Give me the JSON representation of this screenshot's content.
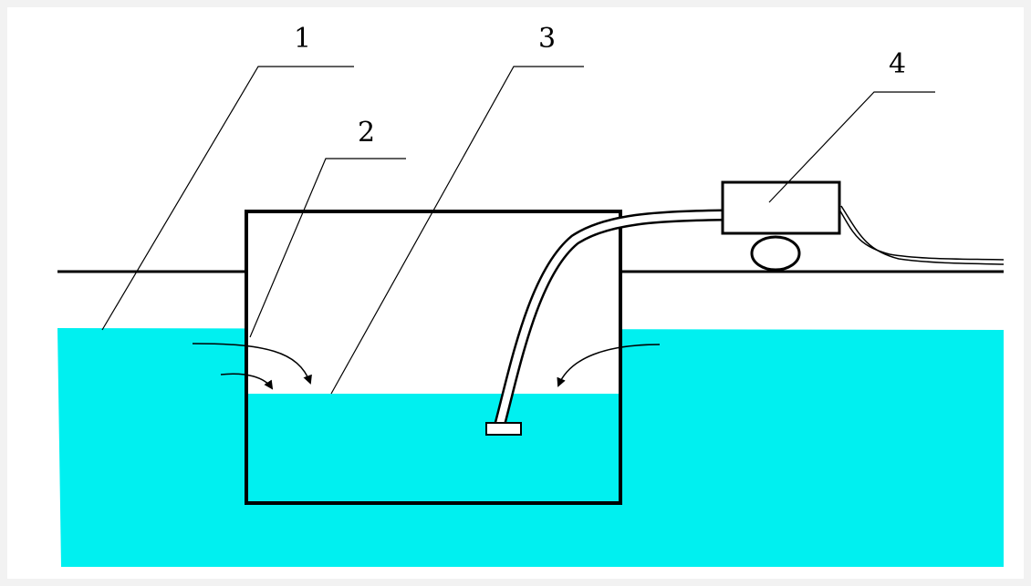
{
  "diagram": {
    "labels": [
      {
        "id": "1",
        "text": "1"
      },
      {
        "id": "2",
        "text": "2"
      },
      {
        "id": "3",
        "text": "3"
      },
      {
        "id": "4",
        "text": "4"
      }
    ]
  },
  "colors": {
    "water": "#00f0f0",
    "line": "#000000",
    "background": "#ffffff",
    "border": "#f2f2f2"
  }
}
